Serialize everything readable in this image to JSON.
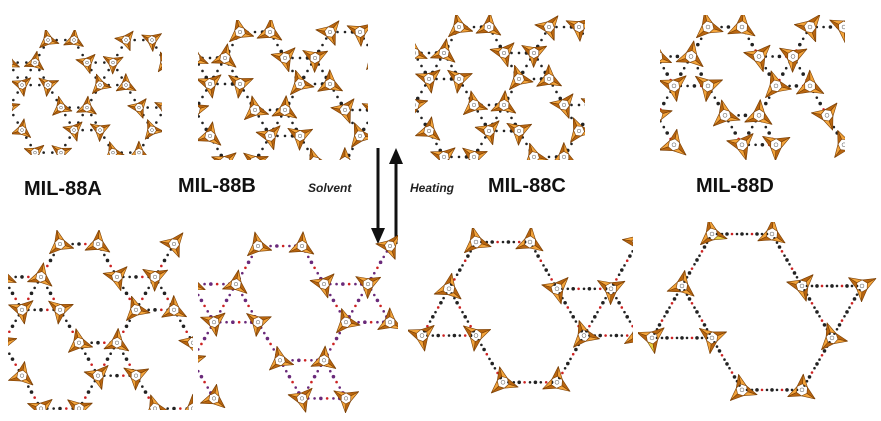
{
  "labels": {
    "mil88a": "MIL-88A",
    "mil88b": "MIL-88B",
    "mil88c": "MIL-88C",
    "mil88d": "MIL-88D"
  },
  "arrows": {
    "forward": "Solvent",
    "reverse": "Heating"
  },
  "colors": {
    "octahedron_light": "#f2a33a",
    "octahedron_dark": "#b8650f",
    "octahedron_accent": "#e8d040",
    "linker": "#222222",
    "linker_alt": "#6a2a7a",
    "oxygen": "#cc2222",
    "text": "#111111"
  }
}
